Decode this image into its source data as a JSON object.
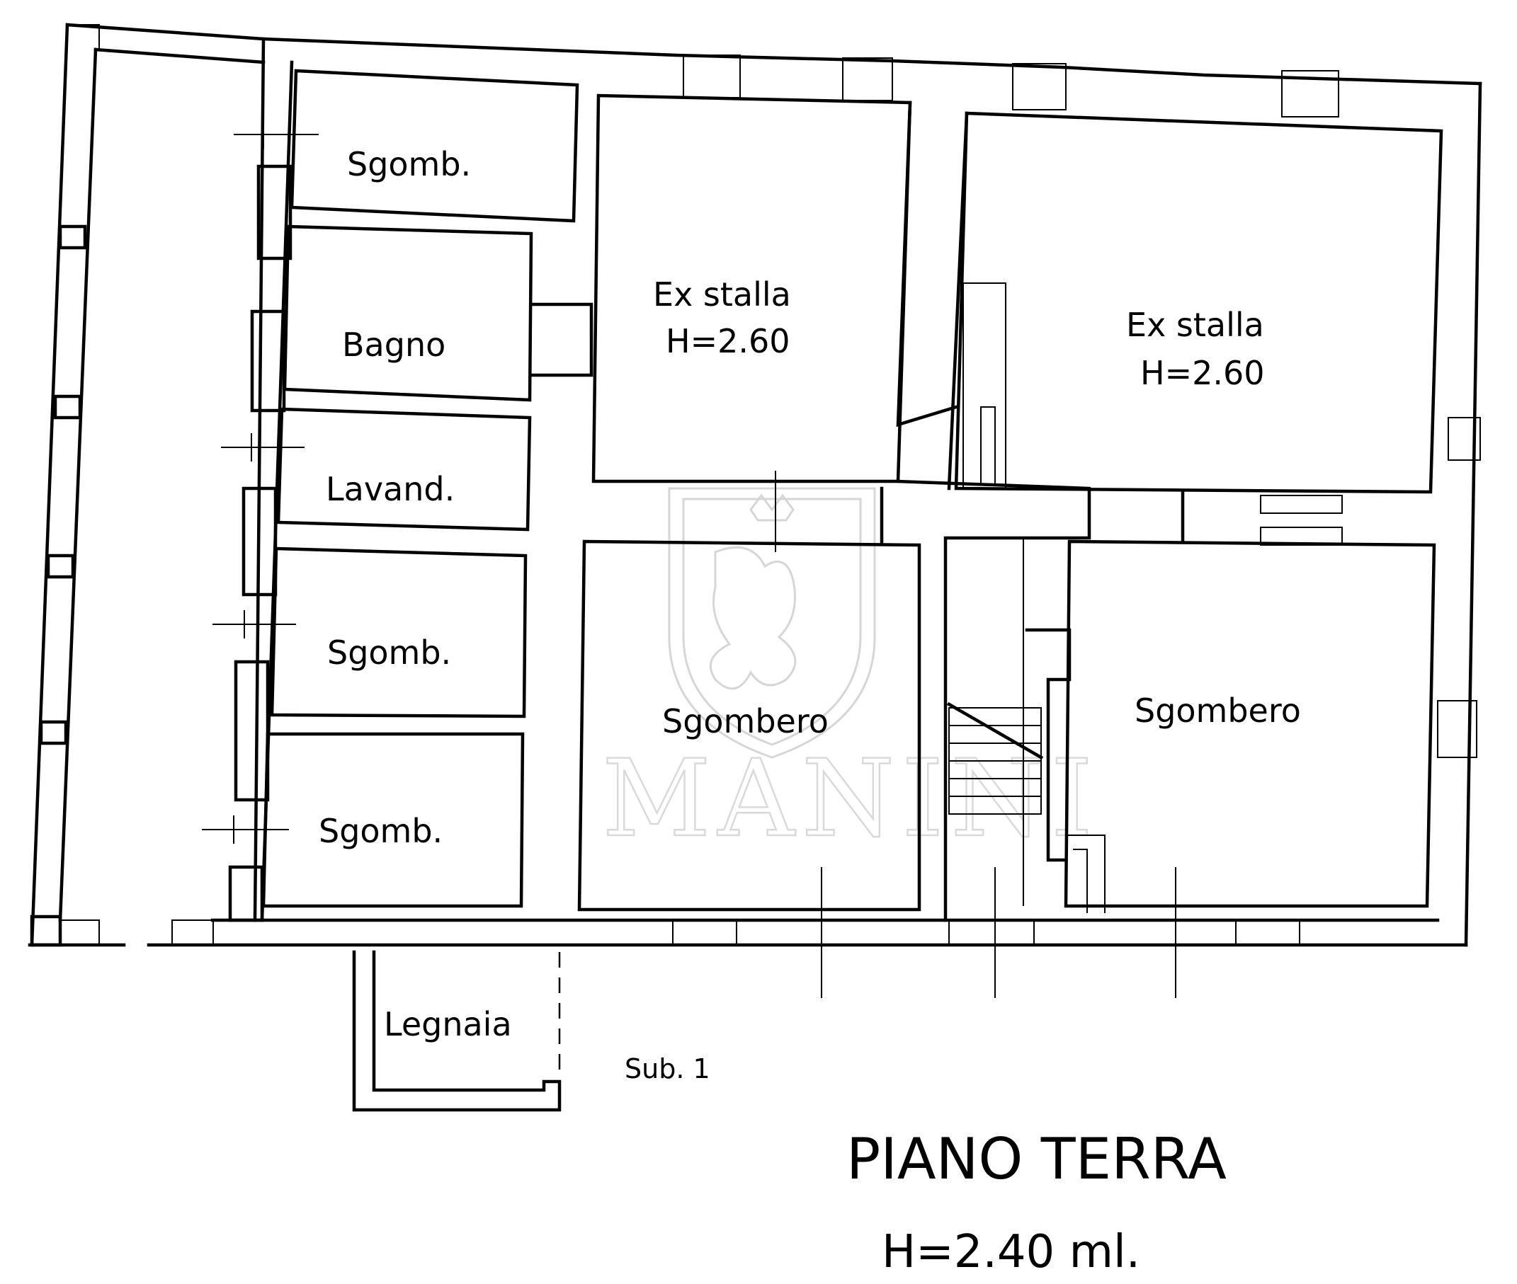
{
  "plan": {
    "rooms": [
      {
        "id": "sgomb-1",
        "label": "Sgomb."
      },
      {
        "id": "bagno",
        "label": "Bagno"
      },
      {
        "id": "lavand",
        "label": "Lavand."
      },
      {
        "id": "sgomb-2",
        "label": "Sgomb."
      },
      {
        "id": "sgomb-3",
        "label": "Sgomb."
      },
      {
        "id": "ex-stalla-1",
        "label": "Ex stalla",
        "height": "H=2.60"
      },
      {
        "id": "ex-stalla-2",
        "label": "Ex stalla",
        "height": "H=2.60"
      },
      {
        "id": "sgombero-1",
        "label": "Sgombero"
      },
      {
        "id": "sgombero-2",
        "label": "Sgombero"
      },
      {
        "id": "legnaia",
        "label": "Legnaia"
      }
    ],
    "sub_label": "Sub. 1",
    "floor_title": "PIANO TERRA",
    "floor_height": "H=2.40 ml.",
    "watermark": "MANINI"
  }
}
